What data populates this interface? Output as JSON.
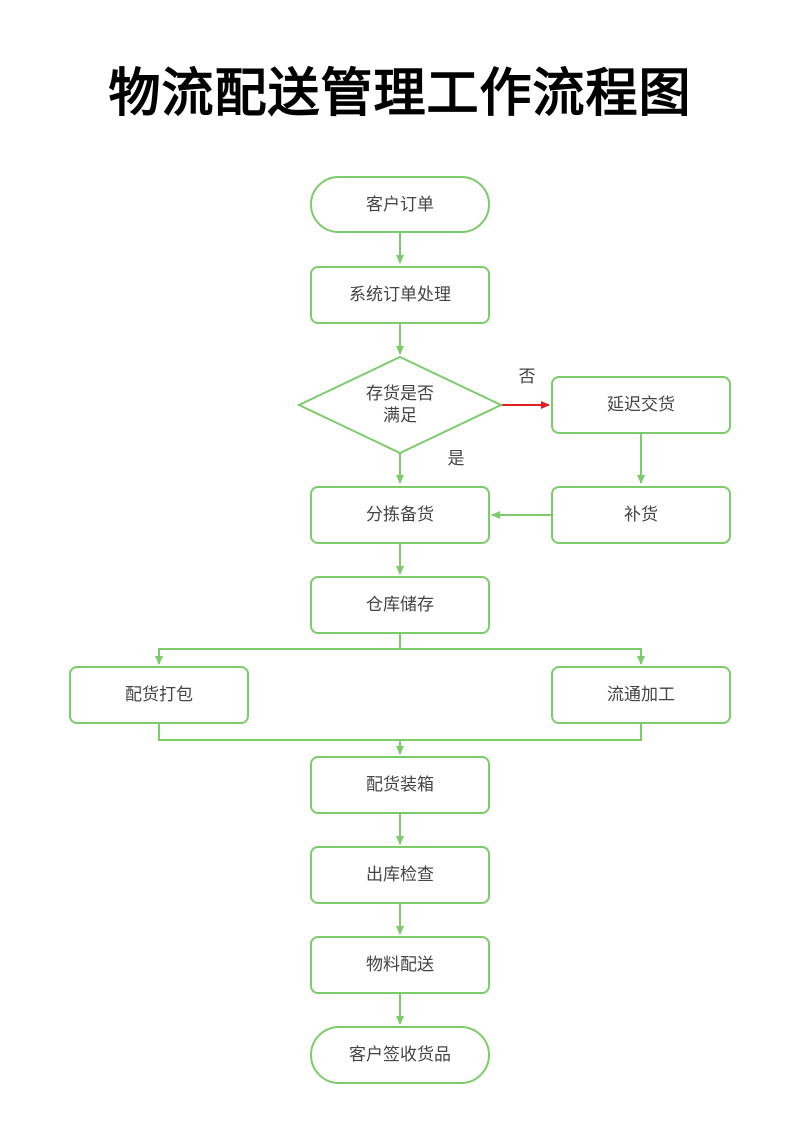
{
  "title": "物流配送管理工作流程图",
  "colors": {
    "stroke": "#7ccc6a",
    "no_arrow": "#e02020",
    "text": "#444444",
    "title": "#000000",
    "background": "#ffffff"
  },
  "nodes": {
    "customer_order": "客户订单",
    "system_processing": "系统订单处理",
    "stock_check_line1": "存货是否",
    "stock_check_line2": "满足",
    "delay_delivery": "延迟交货",
    "restock": "补货",
    "picking": "分拣备货",
    "warehouse_storage": "仓库储存",
    "packing": "配货打包",
    "processing": "流通加工",
    "boxing": "配货装箱",
    "outbound_check": "出库检查",
    "delivery": "物料配送",
    "customer_receipt": "客户签收货品"
  },
  "edge_labels": {
    "no": "否",
    "yes": "是"
  }
}
